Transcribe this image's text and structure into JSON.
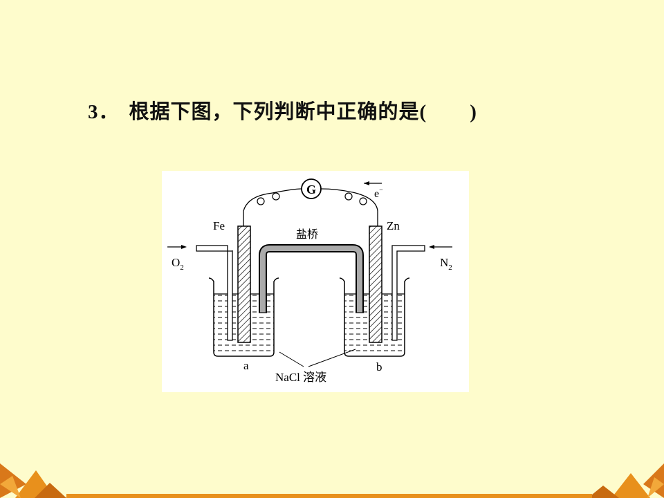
{
  "question": {
    "number": "3．",
    "text": "根据下图，下列判断中正确的是",
    "open": "(",
    "close": ")"
  },
  "figure": {
    "galvanometer": "G",
    "electron": "e",
    "electron_sup": "−",
    "left_electrode": "Fe",
    "right_electrode": "Zn",
    "salt_bridge": "盐桥",
    "left_gas": "O",
    "left_gas_sub": "2",
    "right_gas": "N",
    "right_gas_sub": "2",
    "beaker_a": "a",
    "beaker_b": "b",
    "solution": "NaCl 溶液"
  },
  "colors": {
    "background": "#fefccc",
    "decoration": "#e8901c"
  }
}
